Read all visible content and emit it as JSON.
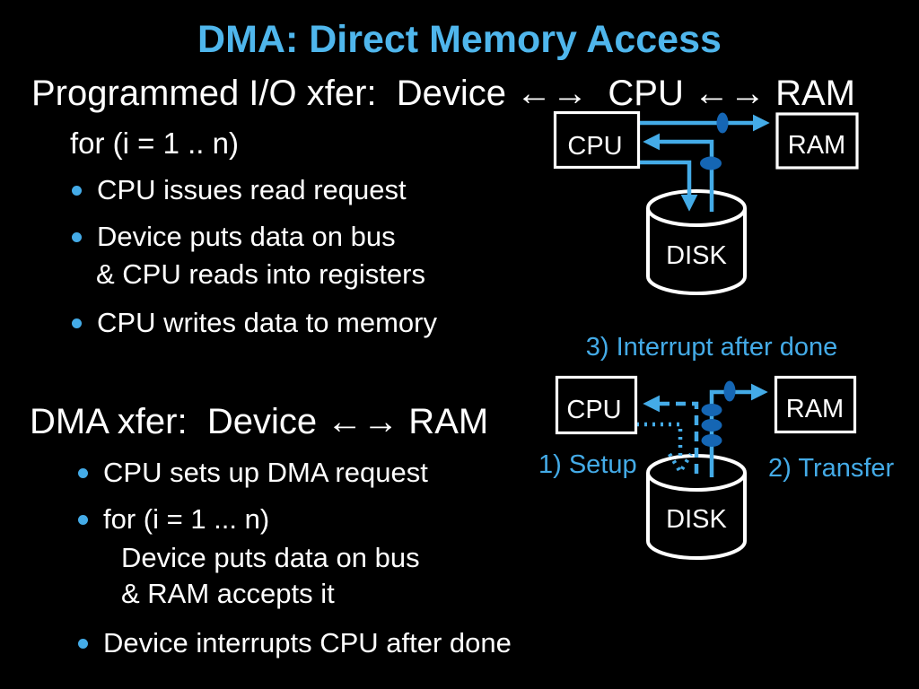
{
  "slide": {
    "title": "DMA: Direct Memory Access",
    "pio": {
      "heading": "Programmed I/O xfer:  Device ←→  CPU ←→ RAM",
      "for_line": "for (i = 1 .. n)",
      "bullets": [
        "CPU issues read request",
        "Device puts data on bus",
        "CPU writes data to memory"
      ],
      "bullet2_cont": "& CPU reads into registers"
    },
    "dma": {
      "heading": "DMA xfer:  Device ←→ RAM",
      "bullets": [
        "CPU sets up DMA request",
        "for (i = 1 ... n)",
        "Device interrupts CPU after done"
      ],
      "for_cont1": "Device puts data on bus",
      "for_cont2": "& RAM accepts it"
    },
    "diagram_top": {
      "cpu_label": "CPU",
      "ram_label": "RAM",
      "disk_label": "DISK"
    },
    "diagram_bottom": {
      "cpu_label": "CPU",
      "ram_label": "RAM",
      "disk_label": "DISK",
      "step1_label": "1) Setup",
      "step2_label": "2) Transfer",
      "step3_label": "3) Interrupt after done"
    },
    "colors": {
      "accent_blue": "#44ABE7",
      "title_blue": "#4FB6EC",
      "ellipse_blue": "#1566B4",
      "text_white": "#FFFFFF",
      "background": "#000000"
    }
  }
}
